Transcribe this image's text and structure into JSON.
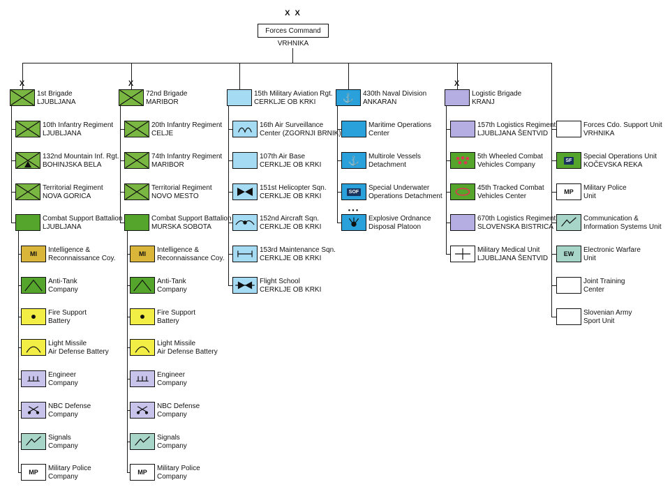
{
  "chart": {
    "root": {
      "echelon": "X X",
      "name": "Forces Command",
      "location": "VRHNIKA"
    },
    "columns": [
      {
        "parent": {
          "echelon": "X",
          "icon": "infantry",
          "color": "green",
          "line1": "1st Brigade",
          "line2": "LJUBLJANA"
        },
        "children": [
          {
            "icon": "infantry",
            "color": "green",
            "line1": "10th Infantry Regiment",
            "line2": "LJUBLJANA"
          },
          {
            "icon": "mountain-infantry",
            "color": "green",
            "line1": "132nd Mountain Inf. Rgt.",
            "line2": "BOHINJSKA BELA"
          },
          {
            "icon": "infantry",
            "color": "green",
            "line1": "Territorial Regiment",
            "line2": "NOVA GORICA"
          },
          {
            "icon": "plain",
            "color": "green2",
            "line1": "Combat Support Battalion",
            "line2": "LJUBLJANA",
            "children": [
              {
                "icon": "intelligence",
                "icon_text": "MI",
                "color": "amber",
                "line1": "Intelligence &",
                "line2": "Reconnaissance Coy."
              },
              {
                "icon": "anti-tank",
                "color": "green2",
                "line1": "Anti-Tank",
                "line2": "Company"
              },
              {
                "icon": "fire-support",
                "color": "yellow",
                "line1": "Fire Support",
                "line2": "Battery"
              },
              {
                "icon": "air-defense",
                "color": "yellow",
                "line1": "Light Missile",
                "line2": "Air Defense Battery"
              },
              {
                "icon": "engineer",
                "color": "lavender",
                "line1": "Engineer",
                "line2": "Company"
              },
              {
                "icon": "nbc",
                "color": "lavender",
                "line1": "NBC Defense",
                "line2": "Company"
              },
              {
                "icon": "signals",
                "color": "teal",
                "line1": "Signals",
                "line2": "Company"
              },
              {
                "icon": "military-police",
                "icon_text": "MP",
                "color": "white",
                "line1": "Military Police",
                "line2": "Company"
              }
            ]
          }
        ]
      },
      {
        "parent": {
          "echelon": "X",
          "icon": "infantry",
          "color": "green",
          "line1": "72nd Brigade",
          "line2": "MARIBOR"
        },
        "children": [
          {
            "icon": "infantry",
            "color": "green",
            "line1": "20th Infantry Regiment",
            "line2": "CELJE"
          },
          {
            "icon": "infantry",
            "color": "green",
            "line1": "74th Infantry Regiment",
            "line2": "MARIBOR"
          },
          {
            "icon": "infantry",
            "color": "green",
            "line1": "Territorial Regiment",
            "line2": "NOVO MESTO"
          },
          {
            "icon": "plain",
            "color": "green2",
            "line1": "Combat Support Battalion",
            "line2": "MURSKA SOBOTA",
            "children": [
              {
                "icon": "intelligence",
                "icon_text": "MI",
                "color": "amber",
                "line1": "Intelligence &",
                "line2": "Reconnaissance Coy."
              },
              {
                "icon": "anti-tank",
                "color": "green2",
                "line1": "Anti-Tank",
                "line2": "Company"
              },
              {
                "icon": "fire-support",
                "color": "yellow",
                "line1": "Fire Support",
                "line2": "Battery"
              },
              {
                "icon": "air-defense",
                "color": "yellow",
                "line1": "Light Missile",
                "line2": "Air Defense Battery"
              },
              {
                "icon": "engineer",
                "color": "lavender",
                "line1": "Engineer",
                "line2": "Company"
              },
              {
                "icon": "nbc",
                "color": "lavender",
                "line1": "NBC Defense",
                "line2": "Company"
              },
              {
                "icon": "signals",
                "color": "teal",
                "line1": "Signals",
                "line2": "Company"
              },
              {
                "icon": "military-police",
                "icon_text": "MP",
                "color": "white",
                "line1": "Military Police",
                "line2": "Company"
              }
            ]
          }
        ]
      },
      {
        "parent": {
          "icon": "plain",
          "color": "sky",
          "line1": "15th Military Aviation Rgt.",
          "line2": "CERKLJE OB KRKI"
        },
        "children": [
          {
            "icon": "air-surveillance",
            "color": "sky",
            "line1": "16th Air Surveillance",
            "line2": "Center (ZGORNJI BRNIK)"
          },
          {
            "icon": "plain",
            "color": "sky",
            "line1": "107th Air Base",
            "line2": "CERKLJE OB KRKI"
          },
          {
            "icon": "rotary-wing",
            "color": "sky",
            "line1": "151st Helicopter Sqn.",
            "line2": "CERKLJE OB KRKI"
          },
          {
            "icon": "fixed-wing",
            "color": "sky",
            "line1": "152nd Aircraft Sqn.",
            "line2": "CERKLJE OB KRKI"
          },
          {
            "icon": "maintenance",
            "color": "sky",
            "line1": "153rd Maintenance Sqn.",
            "line2": "CERKLJE OB KRKI"
          },
          {
            "icon": "flight-school",
            "color": "sky",
            "line1": "Flight School",
            "line2": "CERKLJE OB KRKI"
          }
        ]
      },
      {
        "parent": {
          "icon": "anchor",
          "color": "blue",
          "line1": "430th Naval Division",
          "line2": "ANKARAN"
        },
        "children": [
          {
            "icon": "plain",
            "color": "blue",
            "line1": "Maritime Operations",
            "line2": "Center"
          },
          {
            "icon": "anchor",
            "color": "blue",
            "line1": "Multirole Vessels",
            "line2": "Detachment"
          },
          {
            "icon": "sof-badge",
            "icon_text": "SOF",
            "badge": true,
            "color": "blue",
            "line1": "Special Underwater",
            "line2": "Operations Detachment"
          },
          {
            "icon": "eod",
            "color": "blue",
            "echelon": "●●●",
            "line1": "Explosive Ordnance",
            "line2": "Disposal Platoon"
          }
        ]
      },
      {
        "parent": {
          "echelon": "X",
          "icon": "plain",
          "color": "lavender2",
          "line1": "Logistic Brigade",
          "line2": "KRANJ"
        },
        "children": [
          {
            "icon": "plain",
            "color": "lavender2",
            "line1": "157th Logistics Regiment",
            "line2": "LJUBLJANA ŠENTVID"
          },
          {
            "icon": "wheeled-vehicles",
            "color": "green2",
            "line1": "5th Wheeled Combat",
            "line2": "Vehicles Company"
          },
          {
            "icon": "tracked-vehicles",
            "color": "green2",
            "line1": "45th Tracked Combat",
            "line2": "Vehicles Center"
          },
          {
            "icon": "plain",
            "color": "lavender2",
            "line1": "670th Logistics Regiment",
            "line2": "SLOVENSKA BISTRICA"
          },
          {
            "icon": "medical",
            "color": "white",
            "line1": "Military Medical Unit",
            "line2": "LJUBLJANA ŠENTVID"
          }
        ]
      },
      {
        "parent": null,
        "children": [
          {
            "icon": "plain",
            "color": "white",
            "line1": "Forces Cdo. Support Unit",
            "line2": "VRHNIKA"
          },
          {
            "icon": "special-forces-badge",
            "icon_text": "SF",
            "badge": true,
            "color": "green2",
            "line1": "Special Operations Unit",
            "line2": "KOČEVSKA REKA"
          },
          {
            "icon": "military-police",
            "icon_text": "MP",
            "color": "white",
            "line1": "Military Police",
            "line2": "Unit"
          },
          {
            "icon": "signals",
            "color": "teal",
            "line1": "Communication &",
            "line2": "Information Systems Unit"
          },
          {
            "icon": "electronic-warfare",
            "icon_text": "EW",
            "color": "teal",
            "line1": "Electronic Warfare",
            "line2": "Unit"
          },
          {
            "icon": "plain",
            "color": "white",
            "line1": "Joint Training",
            "line2": "Center"
          },
          {
            "icon": "plain",
            "color": "white",
            "line1": "Slovenian Army",
            "line2": "Sport Unit"
          }
        ]
      }
    ]
  },
  "palette": {
    "infantry_green": "#7ab742",
    "support_green": "#55a42c",
    "intel_amber": "#d9b53a",
    "artillery_yellow": "#f2ee45",
    "engineer_lavender": "#c7c3eb",
    "logistics_violet": "#b4aee3",
    "signals_teal": "#a7d6c8",
    "aviation_sky": "#a5dcf3",
    "navy_blue": "#2ba1db",
    "vehicle_symbol_red": "#d93a50",
    "connector_line": "#1a1a1a"
  }
}
